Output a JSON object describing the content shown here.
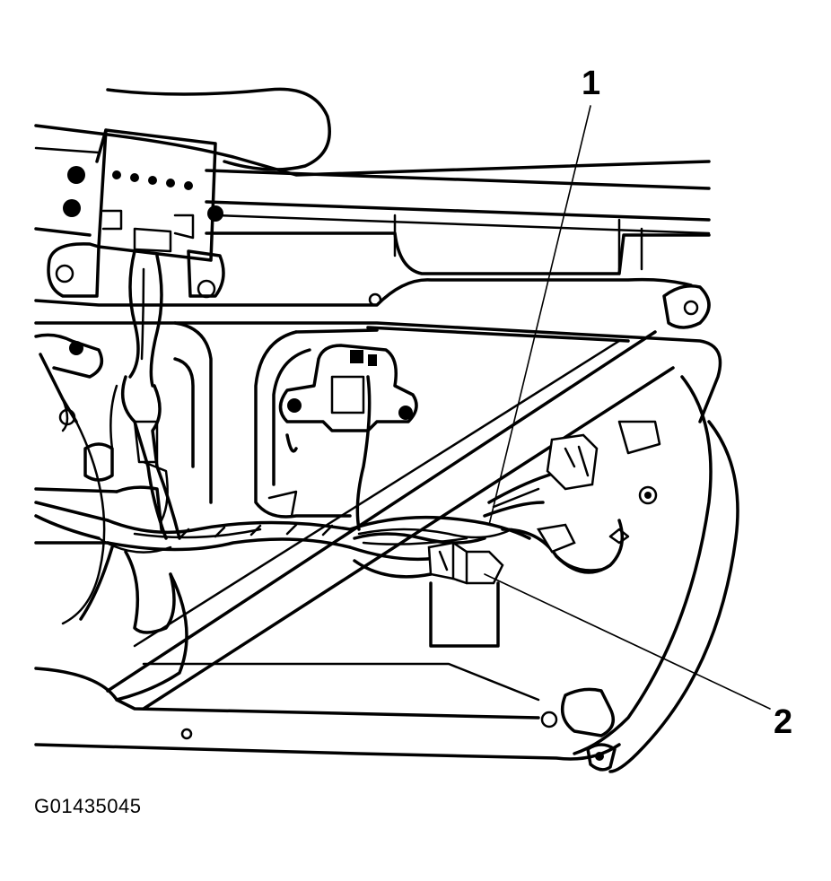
{
  "diagram": {
    "callouts": [
      {
        "id": "1",
        "label": "1"
      },
      {
        "id": "2",
        "label": "2"
      }
    ],
    "figure_id": "G01435045"
  }
}
